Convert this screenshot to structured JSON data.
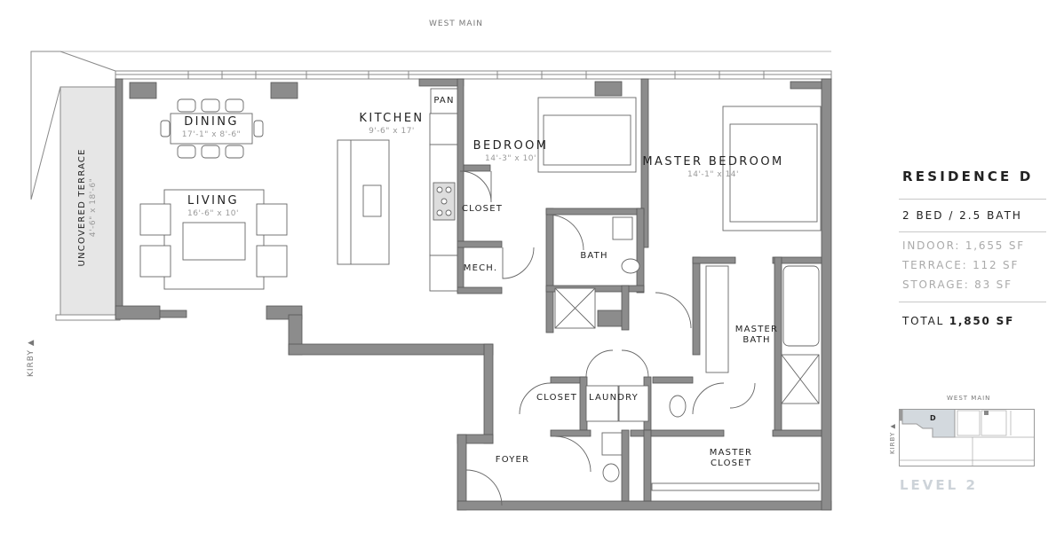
{
  "streets": {
    "north": "WEST MAIN",
    "west": "KIRBY ▲"
  },
  "rooms": {
    "terrace": {
      "name": "UNCOVERED TERRACE",
      "dims": "4'-6\" x 18'-6\""
    },
    "dining": {
      "name": "DINING",
      "dims": "17'-1\" x 8'-6\""
    },
    "living": {
      "name": "LIVING",
      "dims": "16'-6\" x 10'"
    },
    "kitchen": {
      "name": "KITCHEN",
      "dims": "9'-6\" x 17'"
    },
    "pantry": {
      "name": "PAN"
    },
    "bedroom": {
      "name": "BEDROOM",
      "dims": "14'-3\" x 10'"
    },
    "master_bedroom": {
      "name": "MASTER BEDROOM",
      "dims": "14'-1\" x 14'"
    },
    "closet1": {
      "name": "CLOSET"
    },
    "mech": {
      "name": "MECH."
    },
    "bath": {
      "name": "BATH"
    },
    "master_bath": {
      "name": "MASTER BATH"
    },
    "closet2": {
      "name": "CLOSET"
    },
    "laundry": {
      "name": "LAUNDRY"
    },
    "foyer": {
      "name": "FOYER"
    },
    "master_closet": {
      "name": "MASTER CLOSET"
    }
  },
  "panel": {
    "title": "RESIDENCE D",
    "beds_baths": "2 BED / 2.5 BATH",
    "indoor": "INDOOR: 1,655 SF",
    "terrace": "TERRACE: 112 SF",
    "storage": "STORAGE: 83 SF",
    "total_label": "TOTAL",
    "total_value": "1,850 SF",
    "keyplan": {
      "street_north": "WEST MAIN",
      "street_west": "KIRBY ▲",
      "unit": "D",
      "highlight": "#d3d9de"
    },
    "level": "LEVEL 2"
  },
  "colors": {
    "wall": "#8c8c8c",
    "line": "#666666",
    "terrace": "#e6e6e6"
  }
}
